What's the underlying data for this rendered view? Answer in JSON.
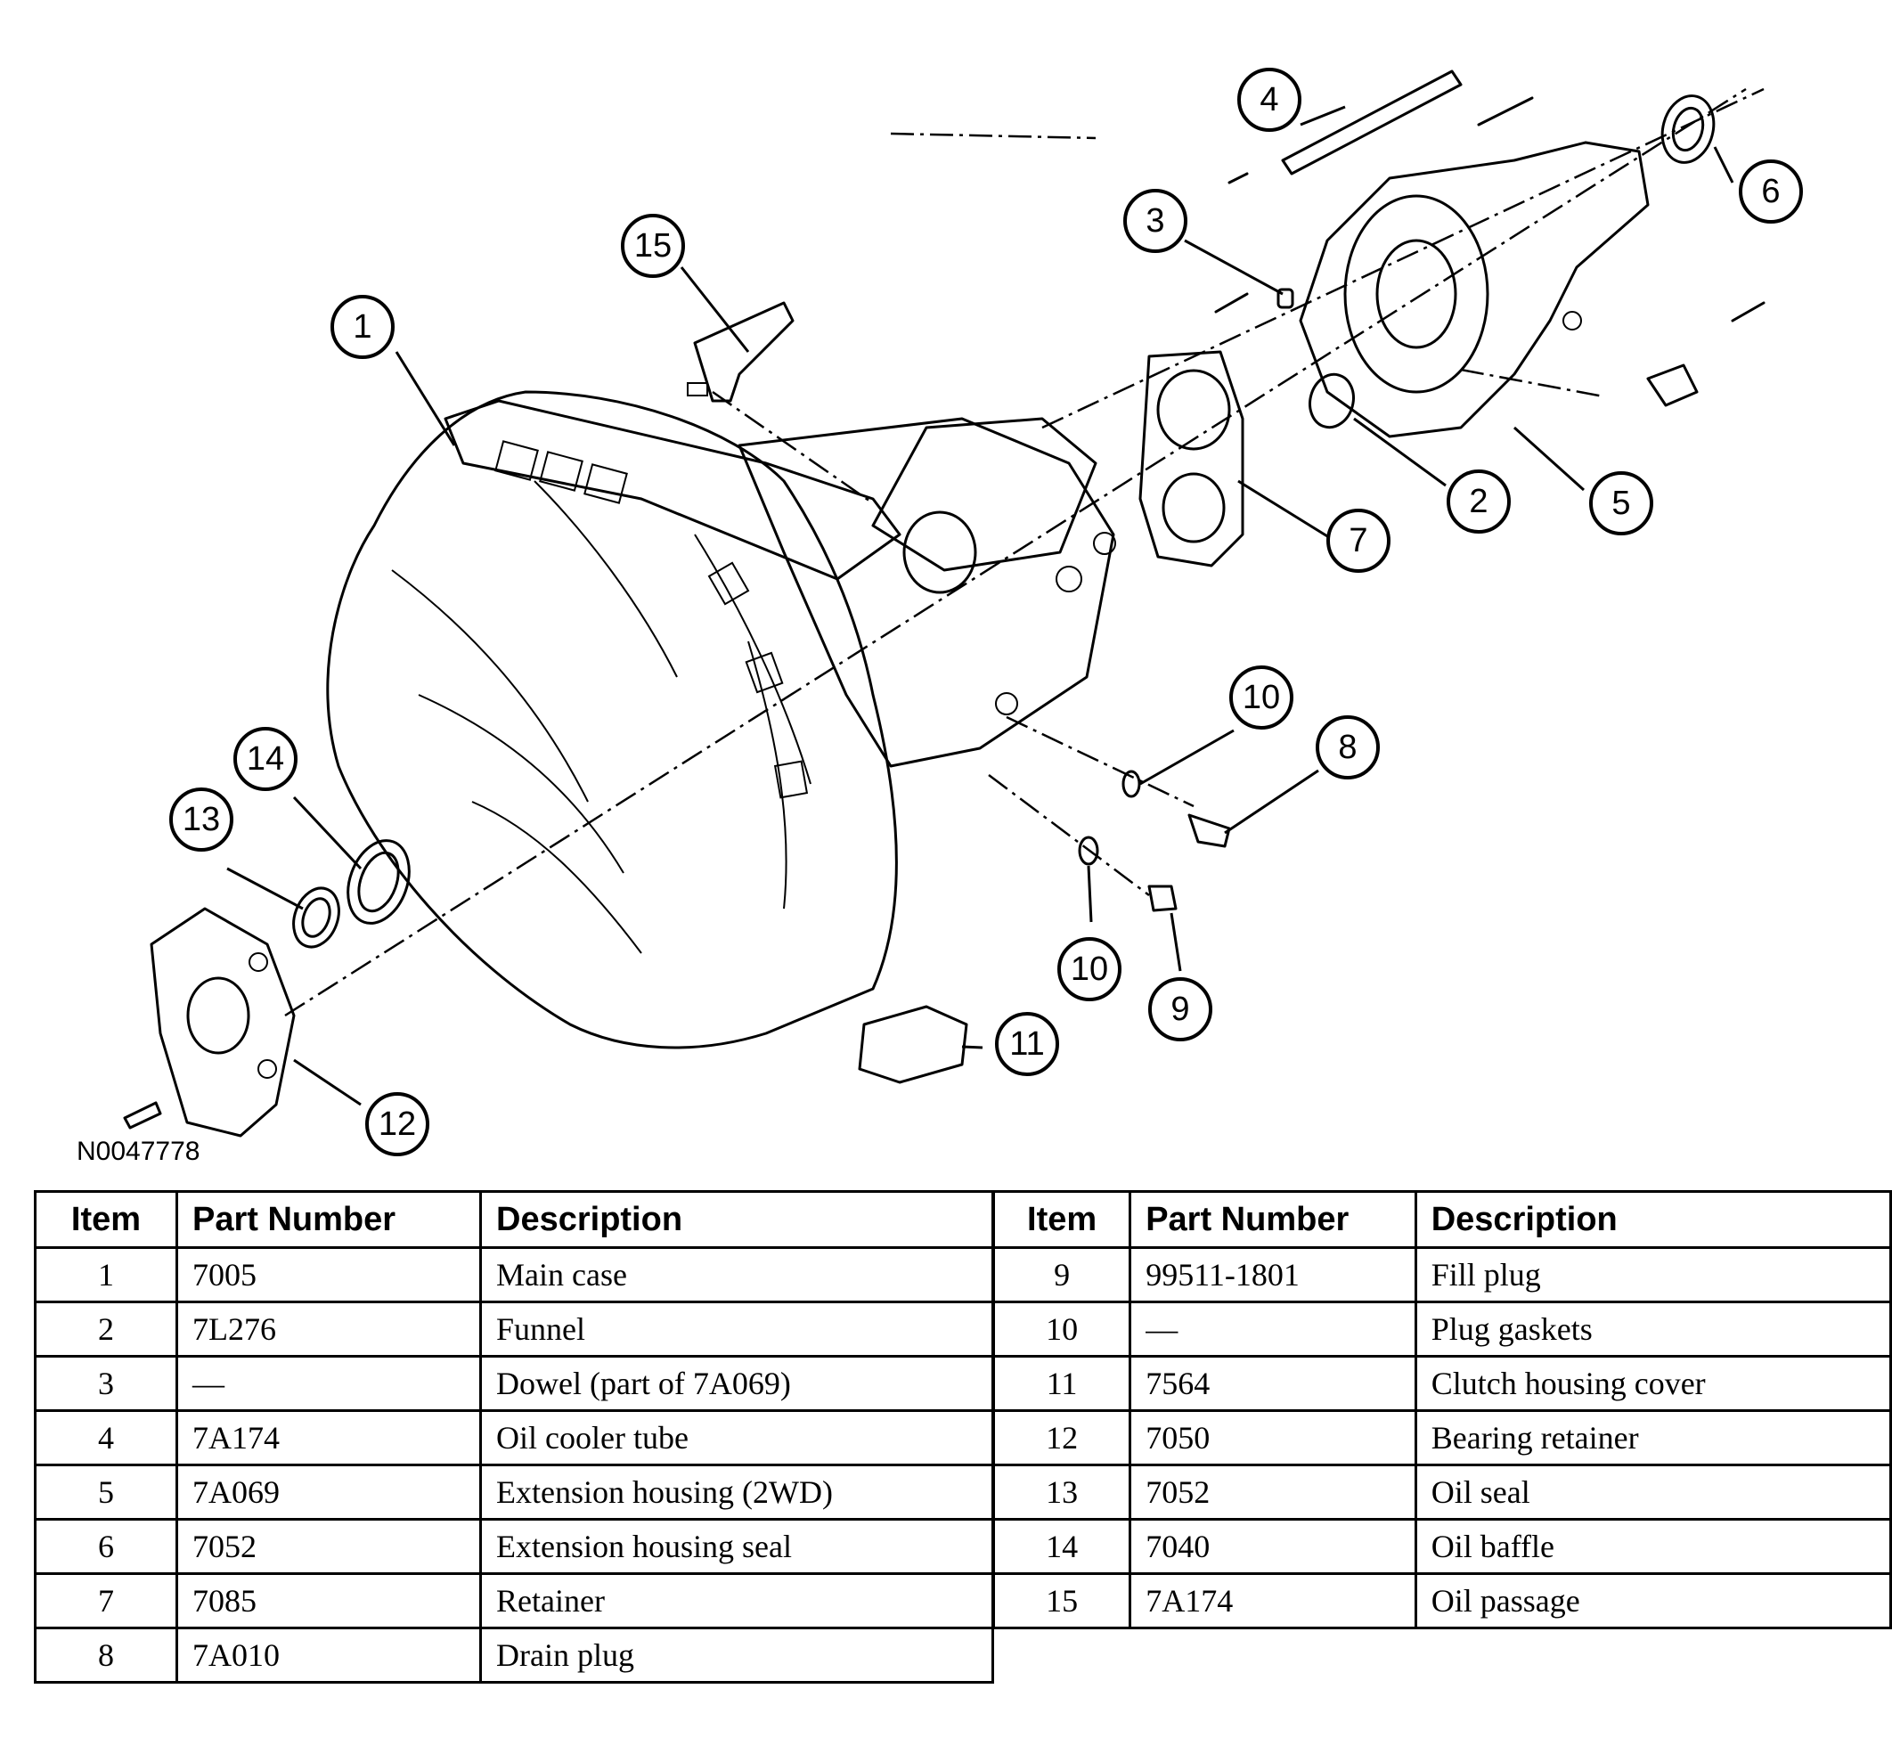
{
  "figure": {
    "id": "N0047778"
  },
  "callouts": [
    "1",
    "2",
    "3",
    "4",
    "5",
    "6",
    "7",
    "8",
    "9",
    "10",
    "10",
    "11",
    "12",
    "13",
    "14",
    "15"
  ],
  "table": {
    "headers": {
      "item": "Item",
      "part_number": "Part Number",
      "description": "Description"
    },
    "left_rows": [
      {
        "item": "1",
        "part": "7005",
        "desc": "Main case"
      },
      {
        "item": "2",
        "part": "7L276",
        "desc": "Funnel"
      },
      {
        "item": "3",
        "part": "—",
        "desc": "Dowel (part of 7A069)"
      },
      {
        "item": "4",
        "part": "7A174",
        "desc": "Oil cooler tube"
      },
      {
        "item": "5",
        "part": "7A069",
        "desc": "Extension housing (2WD)"
      },
      {
        "item": "6",
        "part": "7052",
        "desc": "Extension housing seal"
      },
      {
        "item": "7",
        "part": "7085",
        "desc": "Retainer"
      },
      {
        "item": "8",
        "part": "7A010",
        "desc": "Drain plug"
      }
    ],
    "right_rows": [
      {
        "item": "9",
        "part": "99511-1801",
        "desc": "Fill plug"
      },
      {
        "item": "10",
        "part": "—",
        "desc": "Plug gaskets"
      },
      {
        "item": "11",
        "part": "7564",
        "desc": "Clutch housing cover"
      },
      {
        "item": "12",
        "part": "7050",
        "desc": "Bearing retainer"
      },
      {
        "item": "13",
        "part": "7052",
        "desc": "Oil seal"
      },
      {
        "item": "14",
        "part": "7040",
        "desc": "Oil baffle"
      },
      {
        "item": "15",
        "part": "7A174",
        "desc": "Oil passage"
      }
    ]
  }
}
